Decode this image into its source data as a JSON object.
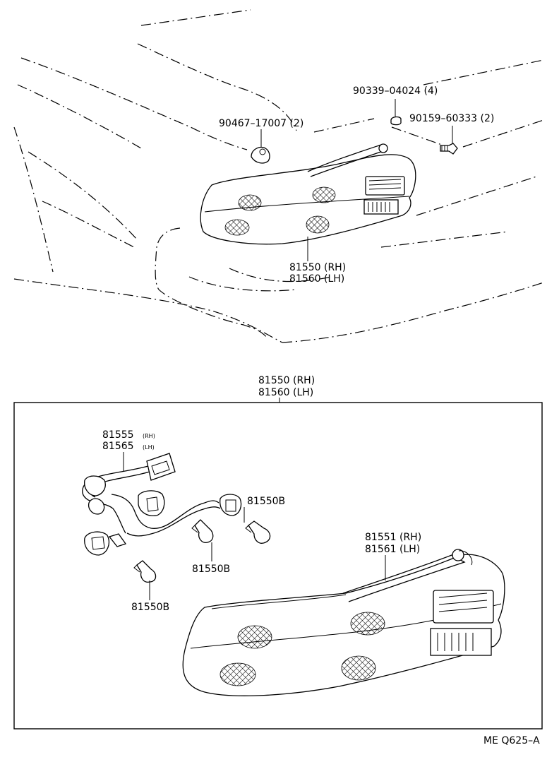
{
  "top_view": {
    "part_screw": "90339–04024 (4)",
    "part_nut": "90159–60333 (2)",
    "part_clip": "90467–17007 (2)",
    "lamp_rh": "81550 (RH)",
    "lamp_lh": "81560 (LH)"
  },
  "detail_box": {
    "title_rh": "81550 (RH)",
    "title_lh": "81560 (LH)",
    "socket_code_rh": "81555",
    "socket_tag_rh": "(RH)",
    "socket_code_lh": "81565",
    "socket_tag_lh": "(LH)",
    "bulb_1": "81550B",
    "bulb_2": "81550B",
    "bulb_3": "81550B",
    "lens_rh": "81551 (RH)",
    "lens_lh": "81561 (LH)"
  },
  "diagram_code": "ME Q625–A"
}
